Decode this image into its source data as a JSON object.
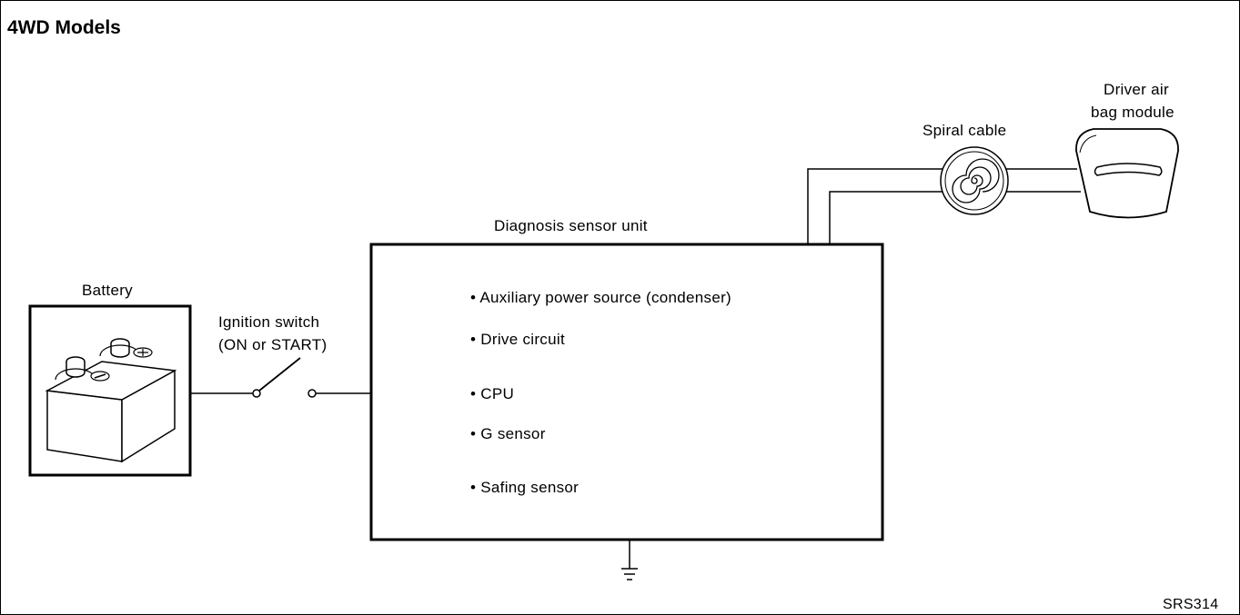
{
  "title": "4WD Models",
  "figure_code": "SRS314",
  "battery": {
    "label": "Battery"
  },
  "ignition_switch": {
    "label_line1": "Ignition switch",
    "label_line2": "(ON or START)"
  },
  "diagnosis_unit": {
    "label": "Diagnosis sensor unit",
    "items": [
      "Auxiliary power source (condenser)",
      "Drive circuit",
      "CPU",
      "G sensor",
      "Safing sensor"
    ]
  },
  "spiral_cable": {
    "label": "Spiral cable"
  },
  "airbag_module": {
    "label_line1": "Driver air",
    "label_line2": "bag module"
  },
  "ground": {
    "icon": "ground-symbol-icon"
  },
  "colors": {
    "line": "#000000",
    "background": "#ffffff"
  }
}
